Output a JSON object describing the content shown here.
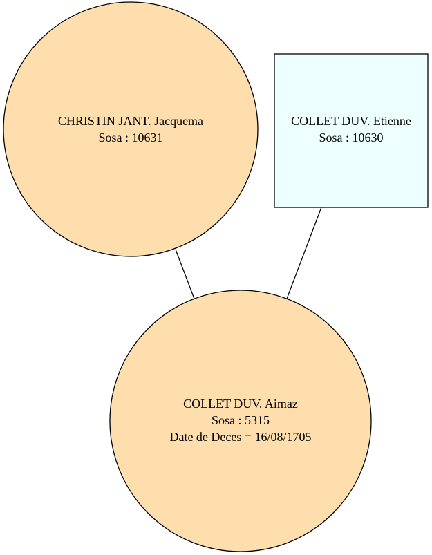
{
  "colors": {
    "female_fill": "#fddeac",
    "male_fill": "#eeffff",
    "stroke": "#000000",
    "background": "#ffffff"
  },
  "nodes": {
    "mother": {
      "name": "CHRISTIN JANT. Jacquema",
      "sosa": "Sosa : 10631",
      "shape": "circle"
    },
    "father": {
      "name": "COLLET DUV. Etienne",
      "sosa": "Sosa : 10630",
      "shape": "box"
    },
    "child": {
      "name": "COLLET DUV. Aimaz",
      "sosa": "Sosa : 5315",
      "death": "Date de Deces = 16/08/1705",
      "shape": "circle"
    }
  }
}
